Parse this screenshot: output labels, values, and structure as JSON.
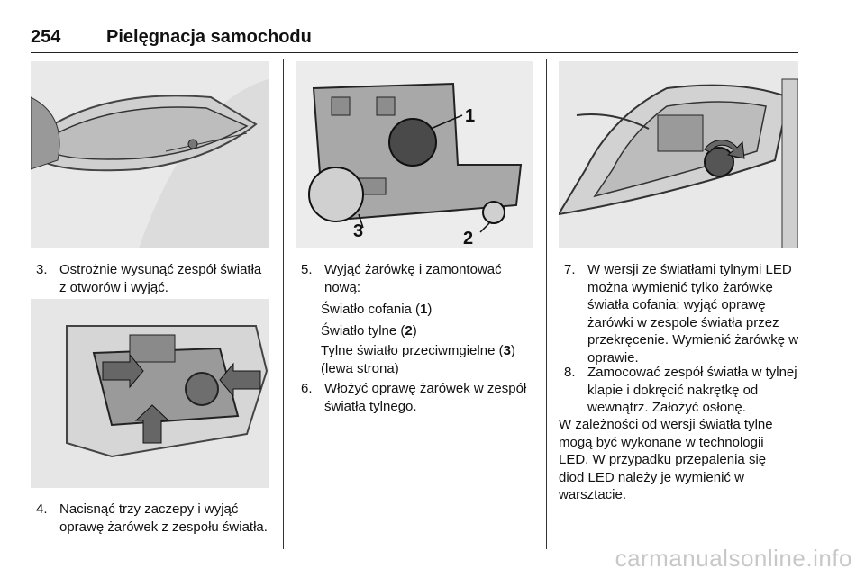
{
  "header": {
    "page_number": "254",
    "title": "Pielęgnacja samochodu"
  },
  "col1": {
    "step3": {
      "num": "3.",
      "text": "Ostrożnie wysunąć zespół światła z otworów i wyjąć."
    },
    "step4": {
      "num": "4.",
      "text": "Nacisnąć trzy zaczepy i wyjąć oprawę żarówek z zespołu światła."
    }
  },
  "col2": {
    "figure_labels": {
      "l1": "1",
      "l2": "2",
      "l3": "3"
    },
    "step5": {
      "num": "5.",
      "text": "Wyjąć żarówkę i zamontować nową:"
    },
    "item1": {
      "prefix": "Światło cofania (",
      "bold": "1",
      "suffix": ")"
    },
    "item2": {
      "prefix": "Światło tylne (",
      "bold": "2",
      "suffix": ")"
    },
    "item3": {
      "prefix": "Tylne światło przeciwmgielne (",
      "bold": "3",
      "suffix": ") (lewa strona)"
    },
    "step6": {
      "num": "6.",
      "text": "Włożyć oprawę żarówek w zespół światła tylnego."
    }
  },
  "col3": {
    "step7": {
      "num": "7.",
      "text": "W wersji ze światłami tylnymi LED można wymienić tylko żarówkę światła cofania: wyjąć oprawę żarówki w zespole światła przez przekręcenie. Wymienić żarówkę w oprawie."
    },
    "step8": {
      "num": "8.",
      "text": "Zamocować zespół światła w tylnej klapie i dokręcić nakrętkę od wewnątrz. Założyć osłonę."
    },
    "paragraph": "W zależności od wersji światła tylne mogą być wykonane w technologii LED. W przypadku przepalenia się diod LED należy je wymienić w warsztacie."
  },
  "watermark": "carmanualsonline.info"
}
